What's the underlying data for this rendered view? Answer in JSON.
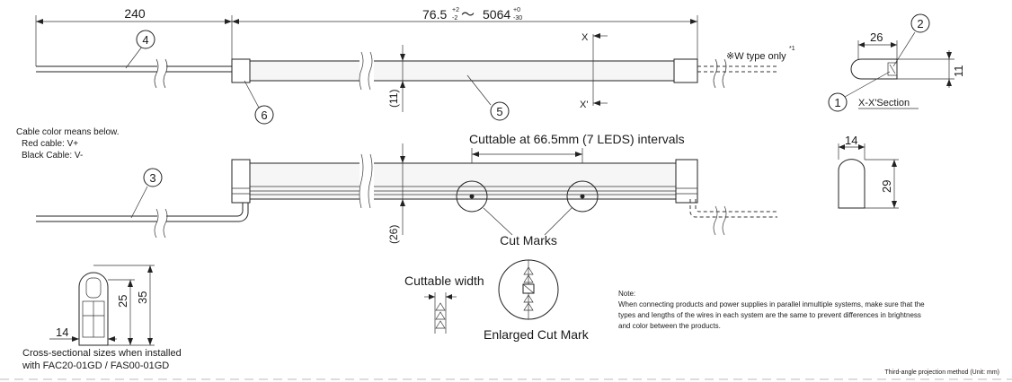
{
  "dimensions": {
    "cable_length": "240",
    "strip_length_min": "76.5",
    "strip_length_min_tol_upper": "+2",
    "strip_length_min_tol_lower": "-2",
    "strip_length_sep": "～",
    "strip_length_max": "5064",
    "strip_length_max_tol_upper": "+0",
    "strip_length_max_tol_lower": "-30",
    "top_height": "(11)",
    "side_height": "(26)",
    "section_width": "26",
    "section_height": "11",
    "side_profile_width": "14",
    "side_profile_height": "29",
    "installed_width": "14",
    "installed_inner_height": "25",
    "installed_outer_height": "35"
  },
  "callouts": [
    "1",
    "2",
    "3",
    "4",
    "5",
    "6"
  ],
  "section_markers": {
    "x_top": "X",
    "x_bottom": "X'",
    "section_label": "X-X'Section"
  },
  "w_type_note": "※W type only",
  "w_type_superscript": "*1",
  "cable_legend": {
    "title": "Cable color means below.",
    "red": "Red cable: V+",
    "black": "Black Cable: V-"
  },
  "cut_info": {
    "interval": "Cuttable at 66.5mm (7 LEDS) intervals",
    "cut_marks": "Cut Marks",
    "cuttable_width": "Cuttable width",
    "enlarged": "Enlarged Cut Mark"
  },
  "installed_caption": {
    "line1": "Cross-sectional sizes when installed",
    "line2": "with FAC20-01GD / FAS00-01GD"
  },
  "note": {
    "title": "Note:",
    "line1": "When connecting products and power supplies in parallel inmultiple systems, make sure that the",
    "line2": "types and lengths of the wires in each system are the same to prevent differences in brightness",
    "line3": "and color between the products."
  },
  "projection": "Third-angle projection method (Unit: mm)"
}
